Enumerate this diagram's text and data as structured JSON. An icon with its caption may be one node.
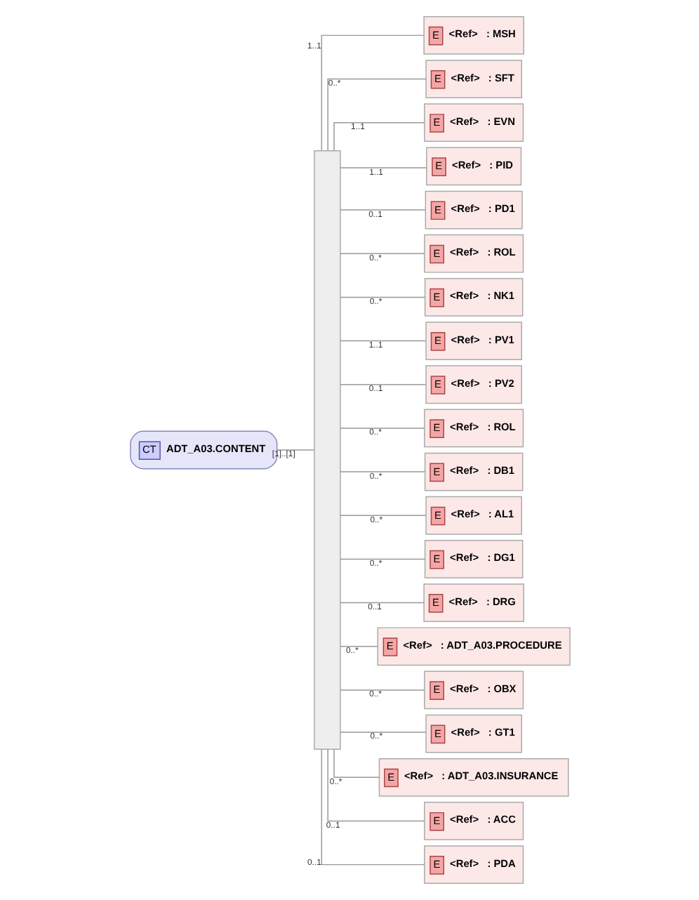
{
  "diagram": {
    "nodes": [
      {
        "text": [
          "CT",
          "ADT_A03.CONTENT"
        ]
      },
      {
        "text": [],
        "shape": "bar"
      },
      {
        "text": [
          "E",
          "<Ref>",
          ": MSH"
        ]
      },
      {
        "text": [
          "E",
          "<Ref>",
          ": SFT"
        ]
      },
      {
        "text": [
          "E",
          "<Ref>",
          ": EVN"
        ]
      },
      {
        "text": [
          "E",
          "<Ref>",
          ": PID"
        ]
      },
      {
        "text": [
          "E",
          "<Ref>",
          ": PD1"
        ]
      },
      {
        "text": [
          "E",
          "<Ref>",
          ": ROL"
        ]
      },
      {
        "text": [
          "E",
          "<Ref>",
          ": NK1"
        ]
      },
      {
        "text": [
          "E",
          "<Ref>",
          ": PV1"
        ]
      },
      {
        "text": [
          "E",
          "<Ref>",
          ": PV2"
        ]
      },
      {
        "text": [
          "E",
          "<Ref>",
          ": ROL"
        ]
      },
      {
        "text": [
          "E",
          "<Ref>",
          ": DB1"
        ]
      },
      {
        "text": [
          "E",
          "<Ref>",
          ": AL1"
        ]
      },
      {
        "text": [
          "E",
          "<Ref>",
          ": DG1"
        ]
      },
      {
        "text": [
          "E",
          "<Ref>",
          ": DRG"
        ]
      },
      {
        "text": [
          "E",
          "<Ref>",
          ": ADT_A03.PROCEDURE"
        ]
      },
      {
        "text": [
          "E",
          "<Ref>",
          ": OBX"
        ]
      },
      {
        "text": [
          "E",
          "<Ref>",
          ": GT1"
        ]
      },
      {
        "text": [
          "E",
          "<Ref>",
          ": ADT_A03.INSURANCE"
        ]
      },
      {
        "text": [
          "E",
          "<Ref>",
          ": ACC"
        ]
      },
      {
        "text": [
          "E",
          "<Ref>",
          ": PDA"
        ]
      }
    ],
    "edges": [
      {
        "from": 0,
        "to": 1,
        "arrow": "none",
        "label": "[1]..[1]"
      },
      {
        "from": 1,
        "to": 2,
        "arrow": "none",
        "label": "1..1"
      },
      {
        "from": 1,
        "to": 3,
        "arrow": "none",
        "label": "0..*"
      },
      {
        "from": 1,
        "to": 4,
        "arrow": "none",
        "label": "1..1"
      },
      {
        "from": 1,
        "to": 5,
        "arrow": "none",
        "label": "1..1"
      },
      {
        "from": 1,
        "to": 6,
        "arrow": "none",
        "label": "0..1"
      },
      {
        "from": 1,
        "to": 7,
        "arrow": "none",
        "label": "0..*"
      },
      {
        "from": 1,
        "to": 8,
        "arrow": "none",
        "label": "0..*"
      },
      {
        "from": 1,
        "to": 9,
        "arrow": "none",
        "label": "1..1"
      },
      {
        "from": 1,
        "to": 10,
        "arrow": "none",
        "label": "0..1"
      },
      {
        "from": 1,
        "to": 11,
        "arrow": "none",
        "label": "0..*"
      },
      {
        "from": 1,
        "to": 12,
        "arrow": "none",
        "label": "0..*"
      },
      {
        "from": 1,
        "to": 13,
        "arrow": "none",
        "label": "0..*"
      },
      {
        "from": 1,
        "to": 14,
        "arrow": "none",
        "label": "0..*"
      },
      {
        "from": 1,
        "to": 15,
        "arrow": "none",
        "label": "0..1"
      },
      {
        "from": 1,
        "to": 16,
        "arrow": "none",
        "label": "0..*"
      },
      {
        "from": 1,
        "to": 17,
        "arrow": "none",
        "label": "0..*"
      },
      {
        "from": 1,
        "to": 18,
        "arrow": "none",
        "label": "0..*"
      },
      {
        "from": 1,
        "to": 19,
        "arrow": "none",
        "label": "0..*"
      },
      {
        "from": 1,
        "to": 20,
        "arrow": "none",
        "label": "0..1"
      },
      {
        "from": 1,
        "to": 21,
        "arrow": "none",
        "label": "0..1"
      }
    ]
  }
}
